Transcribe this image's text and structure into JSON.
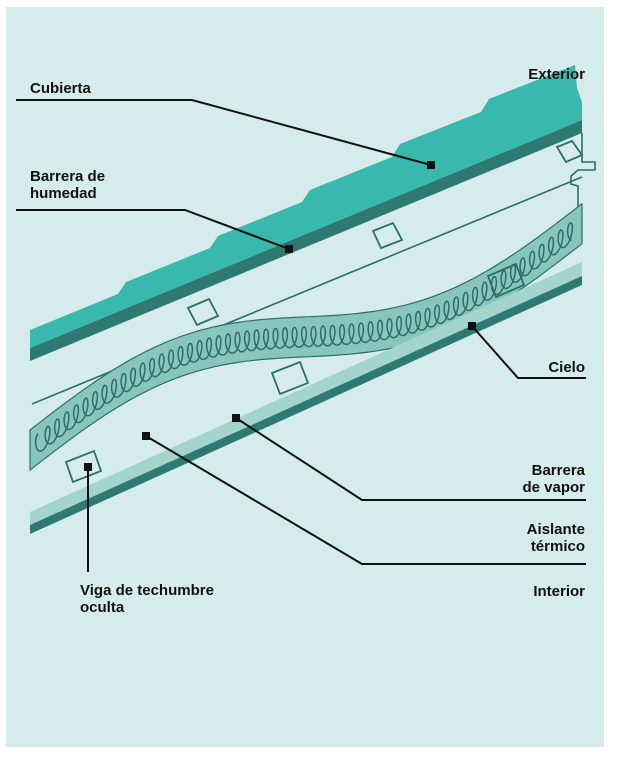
{
  "colors": {
    "background": "#d6ecec",
    "roof_light": "#39b8ad",
    "roof_dark": "#2e7a72",
    "insulation_fill": "#88c6bd",
    "insulation_coil": "#2d6e68",
    "ceiling_light": "#a3d5cd",
    "ceiling_dark": "#2e7a72",
    "outline": "#2d6e68",
    "leader": "#111111"
  },
  "labels": {
    "exterior": "Exterior",
    "cubierta": "Cubierta",
    "barrera_humedad": "Barrera de\nhumedad",
    "cielo": "Cielo",
    "barrera_vapor": "Barrera\nde vapor",
    "aislante": "Aislante\ntérmico",
    "interior": "Interior",
    "viga": "Viga de techumbre\noculta"
  }
}
